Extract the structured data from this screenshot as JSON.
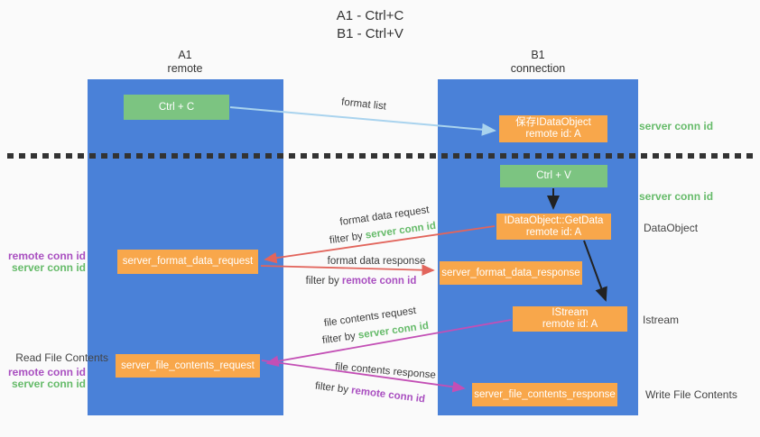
{
  "title": {
    "line1": "A1 - Ctrl+C",
    "line2": "B1 - Ctrl+V"
  },
  "columns": {
    "left": {
      "header_line1": "A1",
      "header_line2": "remote"
    },
    "right": {
      "header_line1": "B1",
      "header_line2": "connection"
    }
  },
  "nodes": {
    "ctrl_c": "Ctrl + C",
    "save_idataobject": {
      "line1": "保存IDataObject",
      "line2": "remote id: A"
    },
    "ctrl_v": "Ctrl + V",
    "getdata": {
      "line1": "IDataObject::GetData",
      "line2": "remote id: A"
    },
    "istream": {
      "line1": "IStream",
      "line2": "remote id: A"
    },
    "format_request": "server_format_data_request",
    "format_response": "server_format_data_response",
    "file_request": "server_file_contents_request",
    "file_response": "server_file_contents_response"
  },
  "side_labels": {
    "server_conn_id_top": "server conn id",
    "server_conn_id_mid": "server conn id",
    "dataobject": "DataObject",
    "istream": "Istream",
    "write_file_contents": "Write File Contents",
    "read_file_contents": "Read File Contents",
    "left_block1": {
      "remote": "remote conn id",
      "server": "server conn id"
    },
    "left_block2": {
      "remote": "remote conn id",
      "server": "server conn id"
    }
  },
  "arrow_labels": {
    "format_list": "format list",
    "format_data_request": "format data request",
    "filter_by_server_1": {
      "prefix": "filter by ",
      "value": "server conn id"
    },
    "format_data_response": "format data response",
    "filter_by_remote_1": {
      "prefix": "filter by ",
      "value": "remote conn id"
    },
    "file_contents_request": "file contents request",
    "filter_by_server_2": {
      "prefix": "filter by ",
      "value": "server conn id"
    },
    "file_contents_response": "file contents response",
    "filter_by_remote_2": {
      "prefix": "filter by ",
      "value": "remote conn id"
    }
  },
  "colors": {
    "page_bg": "#fafafa",
    "column_blue": "#4a81d8",
    "box_green": "#7cc481",
    "box_orange": "#f8a74b",
    "green_text": "#66bb6a",
    "purple_text": "#a94fc0",
    "red_arrow": "#e2655c",
    "magenta_arrow": "#c34fb5",
    "lightblue_arrow": "#a9d3ee",
    "black_arrow": "#222222"
  }
}
